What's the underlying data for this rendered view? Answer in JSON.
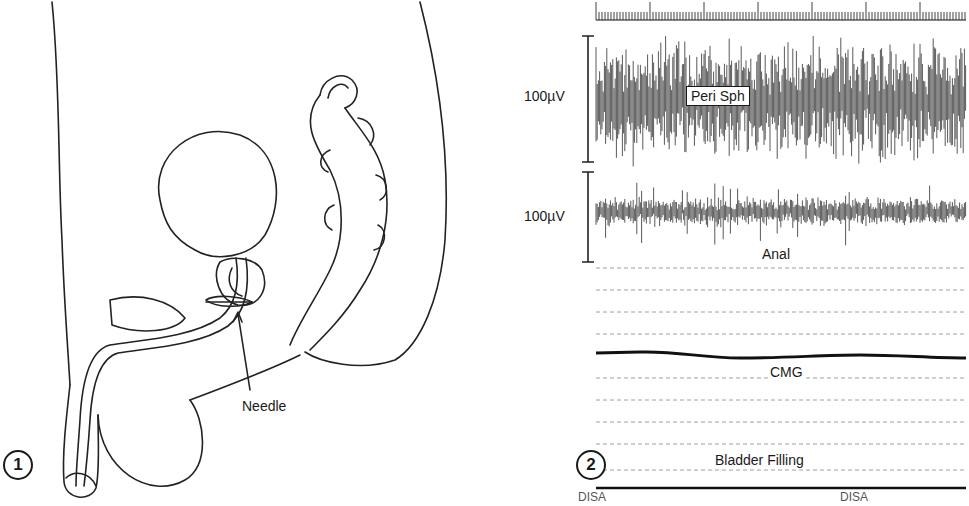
{
  "diagram": {
    "nodes": [
      {
        "text": [
          "1"
        ]
      },
      {
        "text": [
          "2"
        ]
      },
      {
        "text": [
          "Peri Sph"
        ]
      }
    ],
    "labels": [
      "Needle",
      "100µV",
      "100µV",
      "Anal",
      "CMG",
      "Bladder Filling",
      "DISA",
      "DISA"
    ]
  }
}
